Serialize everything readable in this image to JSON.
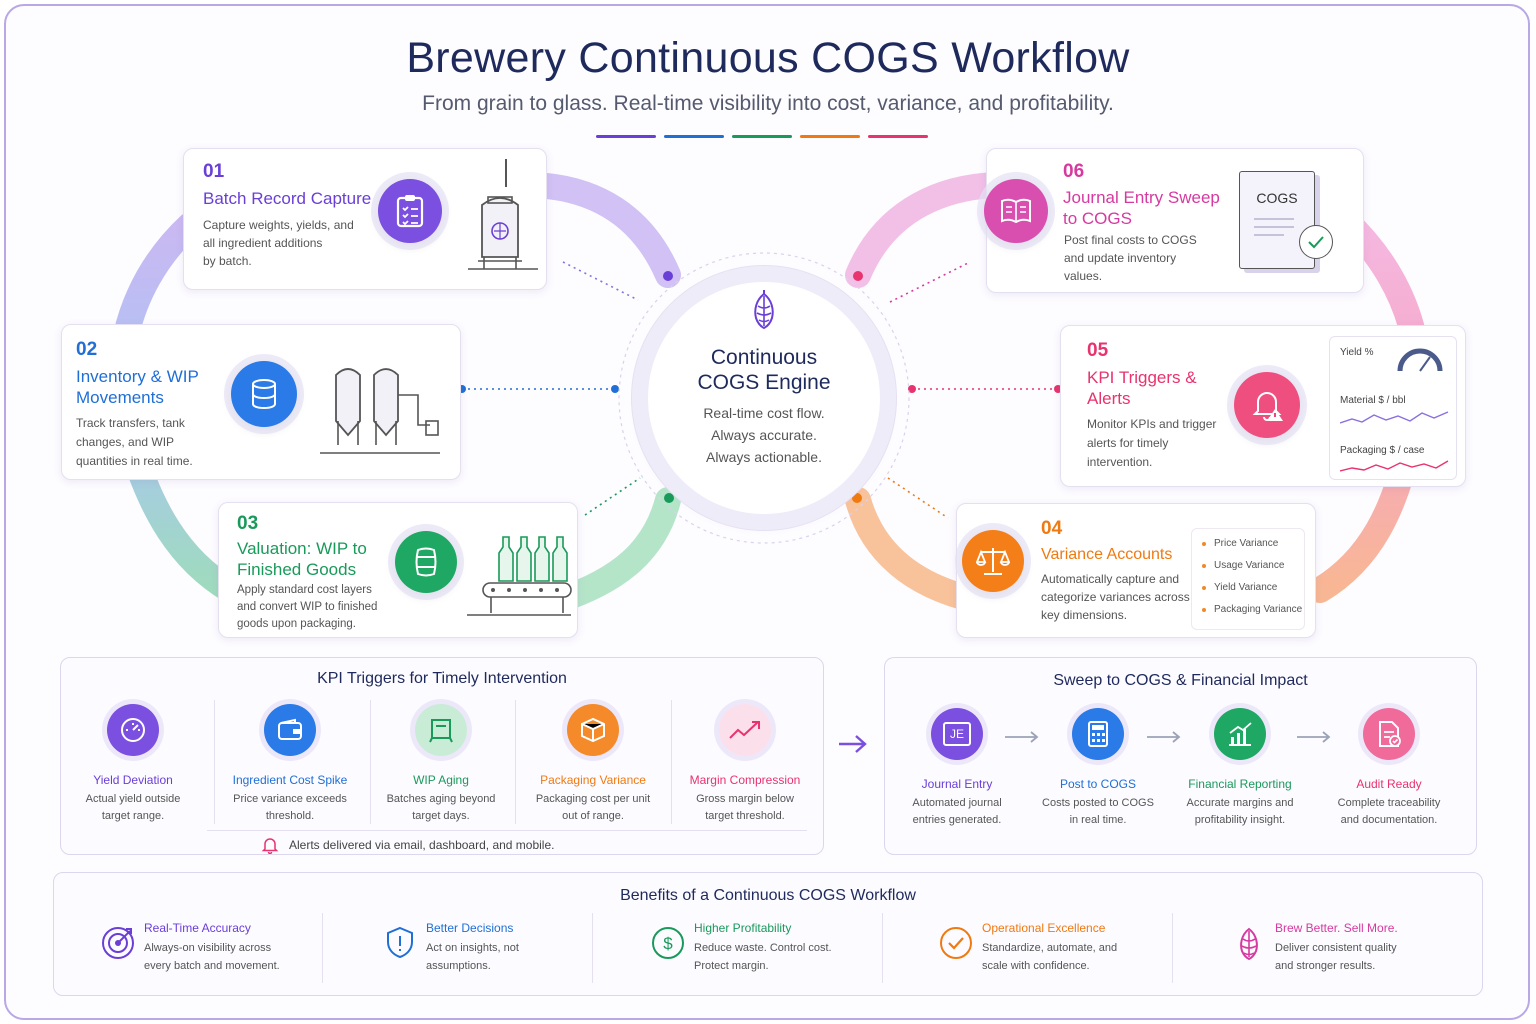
{
  "header": {
    "title": "Brewery Continuous COGS Workflow",
    "subtitle": "From grain to glass. Real-time visibility into cost, variance, and profitability."
  },
  "engine": {
    "title_line1": "Continuous",
    "title_line2": "COGS Engine",
    "desc_line1": "Real-time cost flow.",
    "desc_line2": "Always accurate.",
    "desc_line3": "Always actionable."
  },
  "steps": [
    {
      "num": "01",
      "title": "Batch Record Capture",
      "desc": [
        "Capture weights, yields, and",
        "all ingredient additions",
        "by batch."
      ],
      "color": "#6a3fd6",
      "icon": "clipboard-icon"
    },
    {
      "num": "02",
      "title": [
        "Inventory & WIP",
        "Movements"
      ],
      "desc": [
        "Track transfers, tank",
        "changes, and WIP",
        "quantities in real time."
      ],
      "color": "#1f6fd6",
      "icon": "database-icon"
    },
    {
      "num": "03",
      "title": [
        "Valuation: WIP to",
        "Finished Goods"
      ],
      "desc": [
        "Apply standard cost layers",
        "and convert WIP to finished",
        "goods upon packaging."
      ],
      "color": "#1a9a5a",
      "icon": "barrel-icon"
    },
    {
      "num": "04",
      "title": "Variance Accounts",
      "desc": [
        "Automatically capture and",
        "categorize variances across",
        "key dimensions."
      ],
      "color": "#f07a12",
      "icon": "scale-icon",
      "variances": [
        "Price Variance",
        "Usage Variance",
        "Yield Variance",
        "Packaging Variance"
      ]
    },
    {
      "num": "05",
      "title": [
        "KPI Triggers &",
        "Alerts"
      ],
      "desc": [
        "Monitor KPIs and trigger",
        "alerts for timely",
        "intervention."
      ],
      "color": "#e8336e",
      "icon": "bell-alert-icon",
      "metrics": [
        "Yield %",
        "Material $ / bbl",
        "Packaging $ / case"
      ]
    },
    {
      "num": "06",
      "title": [
        "Journal Entry Sweep",
        "to COGS"
      ],
      "desc": [
        "Post final costs to COGS",
        "and update inventory",
        "values."
      ],
      "color": "#d63aa0",
      "icon": "book-icon",
      "ledger_label": "COGS"
    }
  ],
  "kpi_panel": {
    "title": "KPI Triggers for Timely Intervention",
    "items": [
      {
        "title": "Yield Deviation",
        "desc": [
          "Actual yield outside",
          "target range."
        ],
        "color": "#6a3fd6",
        "icon": "gauge-icon"
      },
      {
        "title": "Ingredient Cost Spike",
        "desc": [
          "Price variance exceeds",
          "threshold."
        ],
        "color": "#1f6fd6",
        "icon": "wallet-icon"
      },
      {
        "title": "WIP Aging",
        "desc": [
          "Batches aging beyond",
          "target days."
        ],
        "color": "#1a9a5a",
        "icon": "tank-icon"
      },
      {
        "title": "Packaging Variance",
        "desc": [
          "Packaging cost per unit",
          "out of range."
        ],
        "color": "#f07a12",
        "icon": "box-icon"
      },
      {
        "title": "Margin Compression",
        "desc": [
          "Gross margin below",
          "target threshold."
        ],
        "color": "#e8336e",
        "icon": "trend-down-icon"
      }
    ],
    "footer": "Alerts delivered via email, dashboard, and mobile."
  },
  "sweep_panel": {
    "title": "Sweep to COGS & Financial Impact",
    "items": [
      {
        "title": "Journal Entry",
        "desc": [
          "Automated journal",
          "entries generated."
        ],
        "color": "#6a3fd6",
        "icon_text": "JE"
      },
      {
        "title": "Post to COGS",
        "desc": [
          "Costs posted to COGS",
          "in real time."
        ],
        "color": "#1f6fd6",
        "icon": "calculator-icon"
      },
      {
        "title": "Financial Reporting",
        "desc": [
          "Accurate margins and",
          "profitability insight."
        ],
        "color": "#1a9a5a",
        "icon": "bar-chart-icon"
      },
      {
        "title": "Audit Ready",
        "desc": [
          "Complete traceability",
          "and documentation."
        ],
        "color": "#e8336e",
        "icon": "document-check-icon"
      }
    ]
  },
  "benefits": {
    "title": "Benefits of a Continuous COGS  Workflow",
    "items": [
      {
        "title": "Real-Time Accuracy",
        "desc": [
          "Always-on visibility across",
          "every batch and movement."
        ],
        "color": "#6a3fd6",
        "icon": "target-icon"
      },
      {
        "title": "Better Decisions",
        "desc": [
          "Act on insights, not",
          "assumptions."
        ],
        "color": "#1f6fd6",
        "icon": "shield-icon"
      },
      {
        "title": "Higher Profitability",
        "desc": [
          "Reduce waste. Control cost.",
          "Protect margin."
        ],
        "color": "#1a9a5a",
        "icon": "dollar-icon"
      },
      {
        "title": "Operational Excellence",
        "desc": [
          "Standardize, automate, and",
          "scale with confidence."
        ],
        "color": "#f07a12",
        "icon": "check-circle-icon"
      },
      {
        "title": "Brew Better. Sell More.",
        "desc": [
          "Deliver consistent quality",
          "and stronger results."
        ],
        "color": "#d63aa0",
        "icon": "hop-icon"
      }
    ]
  }
}
